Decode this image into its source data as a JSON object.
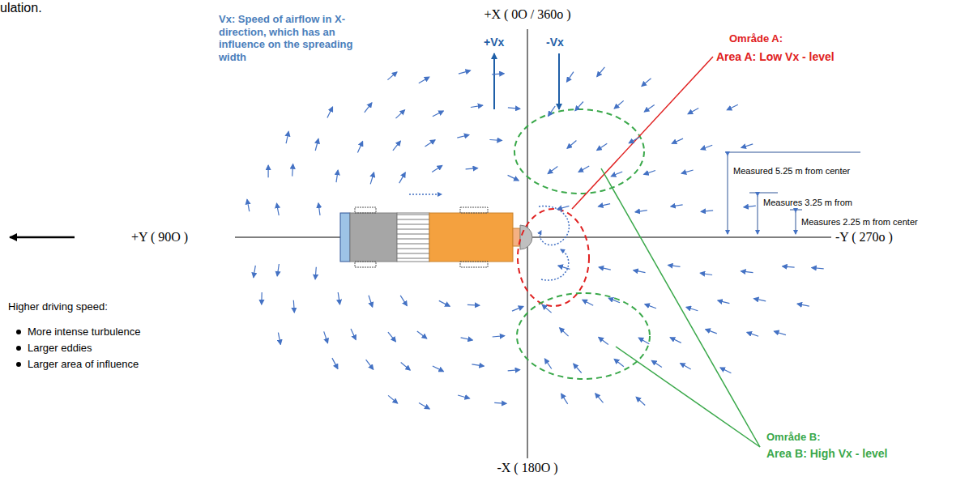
{
  "diagram": {
    "labels": [
      "ulation.",
      "+X ( 0O / 360o )",
      "Vx: Speed of airflow in X-direction, which has an influence on the spreading width",
      "+Vx",
      "-Vx",
      "Område A:",
      "Area A: Low Vx - level",
      "Measured 5.25 m from center",
      "Measures 3.25 m from",
      "Measures 2.25 m from center",
      "+Y ( 90O )",
      "-Y ( 270o )",
      "Higher driving speed:",
      "More intense turbulence",
      "Larger eddies",
      "Larger area of influence",
      "Område B:",
      "Area B: High Vx - level",
      "-X ( 180O )"
    ]
  }
}
